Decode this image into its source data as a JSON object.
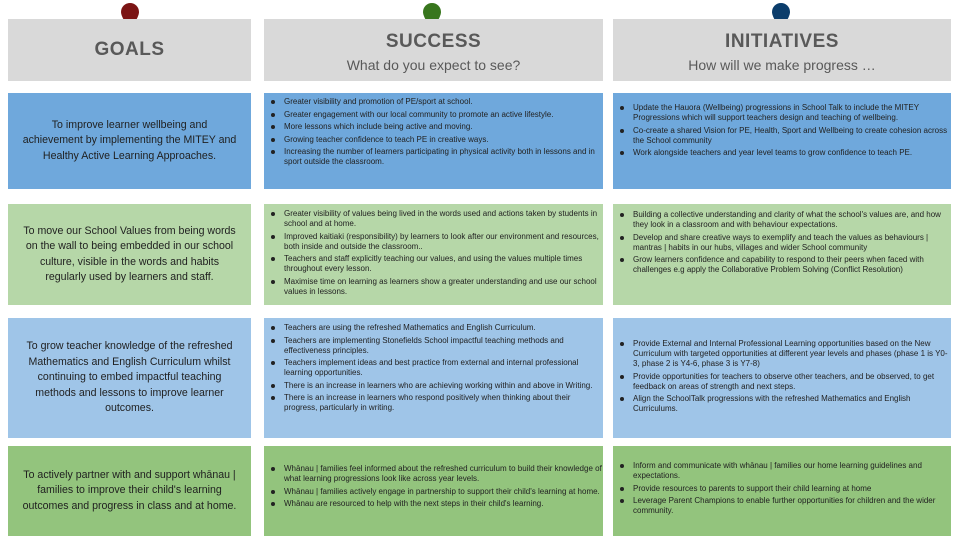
{
  "columns": [
    {
      "title": "GOALS",
      "subtitle": "",
      "pin_color": "#7b1414"
    },
    {
      "title": "SUCCESS",
      "subtitle": "What do you expect to see?",
      "pin_color": "#38761d"
    },
    {
      "title": "INITIATIVES",
      "subtitle": "How will we make progress …",
      "pin_color": "#0b3d6b"
    }
  ],
  "rows": [
    {
      "color": "#6fa8dc",
      "goal": "To improve learner wellbeing and achievement by implementing the MITEY and Healthy Active Learning Approaches.",
      "success": [
        "Greater visibility and promotion of PE/sport at school.",
        "Greater engagement with our local community to promote an active lifestyle.",
        "More lessons which include being active and moving.",
        "Growing teacher confidence to teach PE in creative ways.",
        "Increasing the number of learners participating in physical activity both in lessons and in sport outside the classroom."
      ],
      "initiatives": [
        "Update the Hauora (Wellbeing) progressions in School Talk to include the MITEY Progressions which will support teachers design and teaching of wellbeing.",
        "Co-create a shared Vision for PE, Health, Sport and Wellbeing to create cohesion across the School community",
        "Work alongside teachers and year level teams to grow confidence to teach PE."
      ]
    },
    {
      "color": "#b6d7a8",
      "goal": "To move our School Values from being words on the wall to being embedded in our school culture, visible in the words and habits regularly used by learners and staff.",
      "success": [
        "Greater visibility of values being lived in the words used and actions taken by students in school and at home.",
        "Improved kaitiaki (responsibility) by learners to look after our environment and resources, both inside and outside the classroom..",
        "Teachers and staff explicitly teaching our values, and using the values multiple times throughout every lesson.",
        "Maximise time on learning as learners show a greater understanding and use our school values in lessons."
      ],
      "initiatives": [
        "Building a collective understanding and clarity of what the school's values are, and how they look in a classroom and with behaviour expectations.",
        "Develop and share creative ways to exemplify and teach the values as behaviours | mantras | habits in our hubs, villages and wider School community",
        "Grow learners confidence and capability to respond to their peers when faced with challenges e.g apply the Collaborative Problem Solving (Conflict Resolution)"
      ]
    },
    {
      "color": "#9fc5e8",
      "goal": "To grow teacher knowledge of the refreshed Mathematics and English Curriculum whilst continuing to embed impactful teaching methods and lessons to improve learner outcomes.",
      "success": [
        "Teachers are using the refreshed Mathematics and English Curriculum.",
        "Teachers are implementing Stonefields School impactful teaching methods and effectiveness principles.",
        "Teachers implement ideas and best practice from external and internal professional learning opportunities.",
        "There is an increase in learners who are achieving working within and above in Writing.",
        "There is an increase in learners who respond positively when thinking about their progress, particularly in writing."
      ],
      "initiatives": [
        "Provide External and Internal Professional Learning opportunities based on the New Curriculum with targeted opportunities at different year levels and phases (phase 1 is Y0-3, phase 2 is Y4-6, phase 3 is Y7-8)",
        "Provide opportunities for teachers to observe other teachers, and be observed, to get feedback on areas of strength and next steps.",
        "Align the SchoolTalk progressions with the refreshed Mathematics and English Curriculums."
      ]
    },
    {
      "color": "#93c47d",
      "goal": "To actively partner with and support whānau | families to improve their child's learning outcomes and progress in class and at home.",
      "success": [
        "Whānau | families feel informed about the refreshed curriculum to build their knowledge of what learning progressions look like across year levels.",
        "Whānau  |  families actively engage in partnership to support their child's learning at home.",
        "Whānau are resourced to help with the next steps in their child's learning."
      ],
      "initiatives": [
        "Inform and communicate with whānau | families our home learning guidelines and expectations.",
        "Provide resources to parents to support their child learning at home",
        "Leverage Parent Champions to enable further opportunities for children and the wider community."
      ]
    }
  ]
}
